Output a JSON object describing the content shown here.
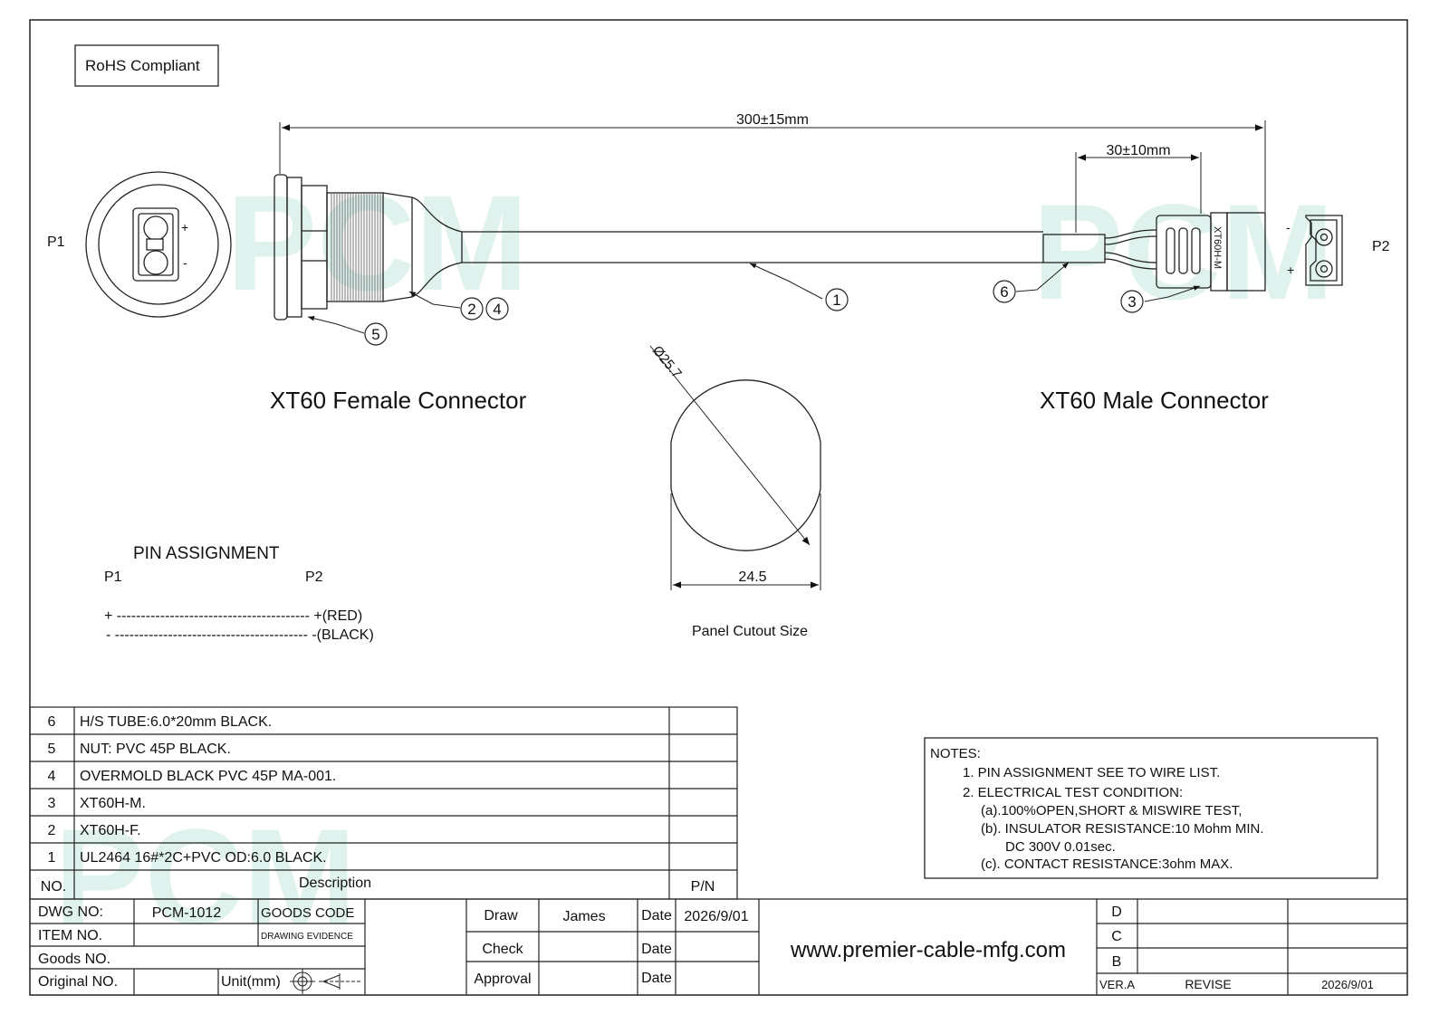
{
  "header": {
    "rohs": "RoHS Compliant"
  },
  "connectors": {
    "p1_label": "P1",
    "p2_label": "P2",
    "female_title": "XT60 Female Connector",
    "male_title": "XT60 Male Connector",
    "male_marking": "XT60H-M",
    "plus": "+",
    "minus": "-"
  },
  "dimensions": {
    "overall_length": "300±15mm",
    "breakout_length": "30±10mm",
    "cutout_diameter": "Ø25.7",
    "cutout_width": "24.5",
    "cutout_caption": "Panel Cutout Size"
  },
  "balloons": [
    "1",
    "2",
    "4",
    "5",
    "6",
    "3"
  ],
  "pin_assignment": {
    "title": "PIN ASSIGNMENT",
    "col_p1": "P1",
    "col_p2": "P2",
    "rows": [
      "+ ---------------------------------------- +(RED)",
      " - ---------------------------------------- -(BLACK)"
    ]
  },
  "bom": {
    "rows": [
      {
        "no": "6",
        "desc": "H/S TUBE:6.0*20mm BLACK.",
        "pn": ""
      },
      {
        "no": "5",
        "desc": "NUT: PVC 45P BLACK.",
        "pn": ""
      },
      {
        "no": "4",
        "desc": "OVERMOLD BLACK PVC 45P MA-001.",
        "pn": ""
      },
      {
        "no": "3",
        "desc": "XT60H-M.",
        "pn": ""
      },
      {
        "no": "2",
        "desc": "XT60H-F.",
        "pn": ""
      },
      {
        "no": "1",
        "desc": "UL2464 16#*2C+PVC OD:6.0 BLACK.",
        "pn": ""
      }
    ],
    "header_no": "NO.",
    "header_desc": "Description",
    "header_pn": "P/N"
  },
  "notes": {
    "title": "NOTES:",
    "lines": [
      "1. PIN ASSIGNMENT SEE TO WIRE LIST.",
      "2. ELECTRICAL TEST CONDITION:",
      "(a).100%OPEN,SHORT & MISWIRE TEST,",
      "(b). INSULATOR RESISTANCE:10 Mohm MIN.",
      "DC 300V 0.01sec.",
      "(c). CONTACT RESISTANCE:3ohm MAX."
    ]
  },
  "title_block": {
    "dwg_no_label": "DWG NO:",
    "dwg_no": "PCM-1012",
    "goods_code_label": "GOODS CODE",
    "drawing_evidence_label": "DRAWING EVIDENCE",
    "item_no_label": "ITEM NO.",
    "goods_no_label": "Goods NO.",
    "original_no_label": "Original NO.",
    "unit_label": "Unit(mm)",
    "draw_label": "Draw",
    "draw_name": "James",
    "check_label": "Check",
    "approval_label": "Approval",
    "date_label": "Date",
    "draw_date": "2026/9/01",
    "website": "www.premier-cable-mfg.com",
    "rev_d": "D",
    "rev_c": "C",
    "rev_b": "B",
    "ver_label": "VER.A",
    "revise_label": "REVISE",
    "rev_date": "2026/9/01"
  },
  "watermark": {
    "text": "PCM",
    "color": "#dff2ee"
  }
}
